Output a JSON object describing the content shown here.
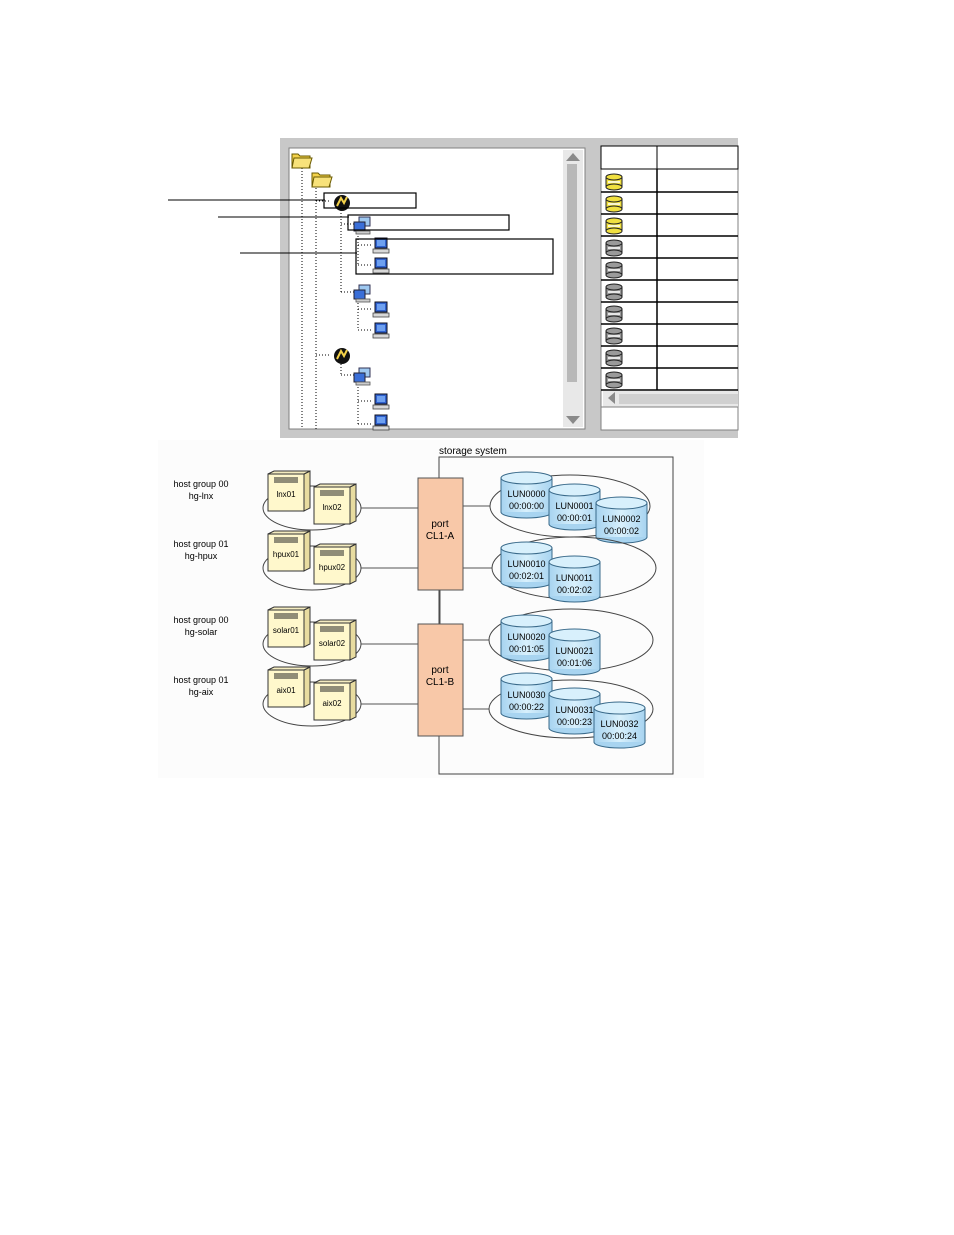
{
  "colors": {
    "panel_bg": "#c8c8c8",
    "server_fill": "#fff8cc",
    "port_fill": "#f8c8a8",
    "lun_fill": "#c8e8f8",
    "folder_fill": "#f4d24a",
    "disk_yellow": "#f0e040",
    "disk_gray": "#9a9a9a",
    "scroll_thumb": "#b8b8b8"
  },
  "icons": {
    "folder": "folder-icon",
    "port": "port-icon",
    "host_group": "host-group-icon",
    "host": "host-icon",
    "lu_path": "disk-icon"
  },
  "storage_title": "storage system",
  "host_groups": [
    {
      "id": "hg-lnx-group",
      "number": "host group 00",
      "name": "hg-lnx",
      "hosts": [
        "lnx01",
        "lnx02"
      ]
    },
    {
      "id": "hg-hpux-group",
      "number": "host group 01",
      "name": "hg-hpux",
      "hosts": [
        "hpux01",
        "hpux02"
      ]
    },
    {
      "id": "hg-solar-group",
      "number": "host group 00",
      "name": "hg-solar",
      "hosts": [
        "solar01",
        "solar02"
      ]
    },
    {
      "id": "hg-aix-group",
      "number": "host group 01",
      "name": "hg-aix",
      "hosts": [
        "aix01",
        "aix02"
      ]
    }
  ],
  "ports": [
    {
      "label": "port",
      "name": "CL1-A"
    },
    {
      "label": "port",
      "name": "CL1-B"
    }
  ],
  "lun_groups": [
    {
      "luns": [
        {
          "lun": "LUN0000",
          "ldev": "00:00:00"
        },
        {
          "lun": "LUN0001",
          "ldev": "00:00:01"
        },
        {
          "lun": "LUN0002",
          "ldev": "00:00:02"
        }
      ]
    },
    {
      "luns": [
        {
          "lun": "LUN0010",
          "ldev": "00:02:01"
        },
        {
          "lun": "LUN0011",
          "ldev": "00:02:02"
        }
      ]
    },
    {
      "luns": [
        {
          "lun": "LUN0020",
          "ldev": "00:01:05"
        },
        {
          "lun": "LUN0021",
          "ldev": "00:01:06"
        }
      ]
    },
    {
      "luns": [
        {
          "lun": "LUN0030",
          "ldev": "00:00:22"
        },
        {
          "lun": "LUN0031",
          "ldev": "00:00:23"
        },
        {
          "lun": "LUN0032",
          "ldev": "00:00:24"
        }
      ]
    }
  ]
}
